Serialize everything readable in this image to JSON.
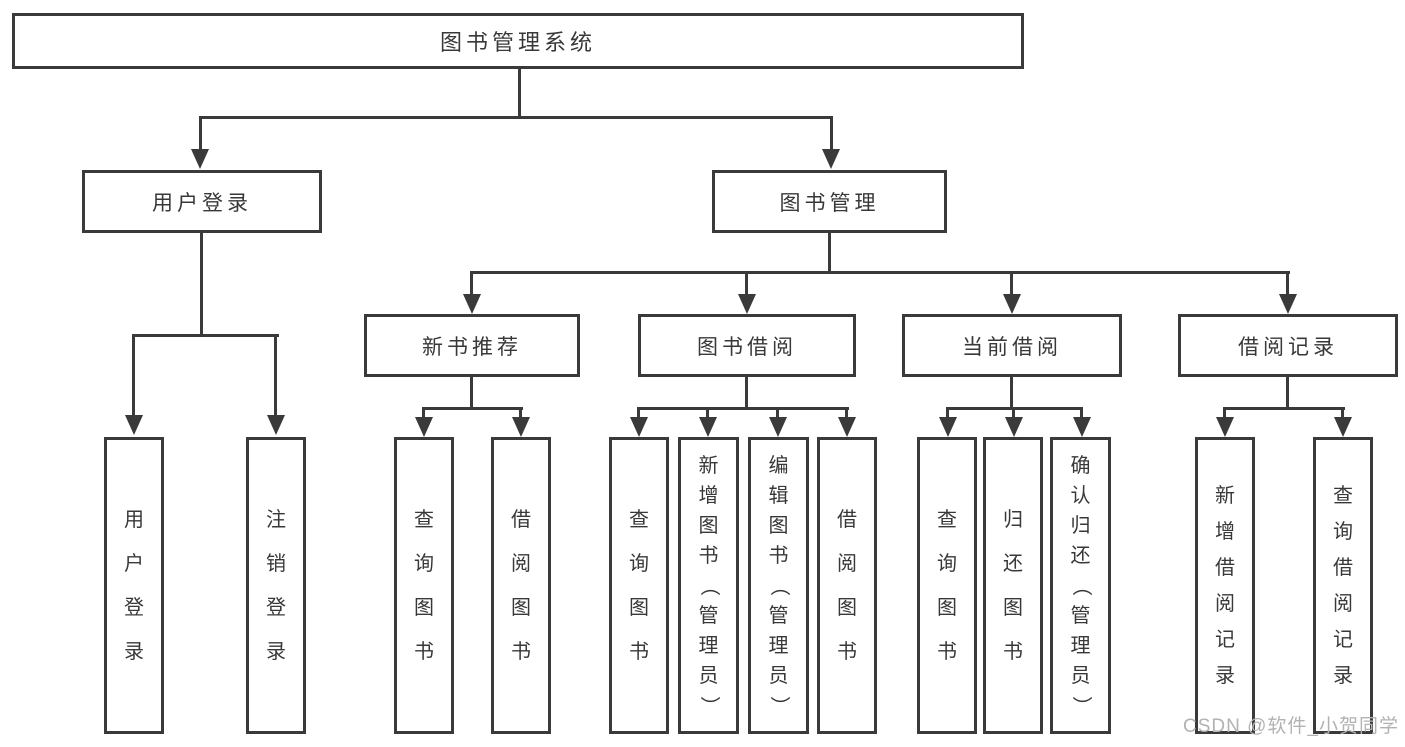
{
  "diagram_type": "functional-structure-tree",
  "tree": {
    "label": "图书管理系统",
    "children": [
      {
        "label": "用户登录",
        "children": [
          {
            "label": "用户登录"
          },
          {
            "label": "注销登录"
          }
        ]
      },
      {
        "label": "图书管理",
        "children": [
          {
            "label": "新书推荐",
            "children": [
              {
                "label": "查询图书"
              },
              {
                "label": "借阅图书"
              }
            ]
          },
          {
            "label": "图书借阅",
            "children": [
              {
                "label": "查询图书"
              },
              {
                "label": "新增图书（管理员）"
              },
              {
                "label": "编辑图书（管理员）"
              },
              {
                "label": "借阅图书"
              }
            ]
          },
          {
            "label": "当前借阅",
            "children": [
              {
                "label": "查询图书"
              },
              {
                "label": "归还图书"
              },
              {
                "label": "确认归还（管理员）"
              }
            ]
          },
          {
            "label": "借阅记录",
            "children": [
              {
                "label": "新增借阅记录"
              },
              {
                "label": "查询借阅记录"
              }
            ]
          }
        ]
      }
    ]
  },
  "watermark": {
    "text": "CSDN @软件_小贺同学"
  },
  "colors": {
    "line": "#3a3a3a",
    "text": "#383838",
    "watermark": "#b2b2b2",
    "background": "#ffffff"
  }
}
